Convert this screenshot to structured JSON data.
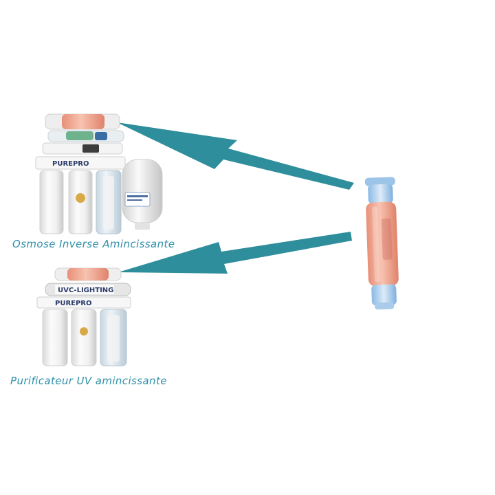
{
  "captions": {
    "ro_system": "Osmose Inverse Amincissante",
    "uv_system": "Purificateur UV amincissante"
  },
  "brand_labels": {
    "ro_unit": "PUREPRO",
    "uv_unit": "PUREPRO",
    "uv_lamp": "UVC-LIGHTING"
  },
  "colors": {
    "arrow": "#2f8e9b",
    "caption_text": "#2e8fa8",
    "cartridge_core": "#f0a08a",
    "housing_white": "#f2f2f2",
    "housing_clear": "#dfe9f0",
    "blue_caps": "#7fb6e6"
  },
  "icons": {
    "arrows": "arrow-left-icon",
    "cartridge": "inline-filter-cartridge",
    "ro_system": "reverse-osmosis-unit",
    "uv_system": "uv-purifier-unit"
  }
}
